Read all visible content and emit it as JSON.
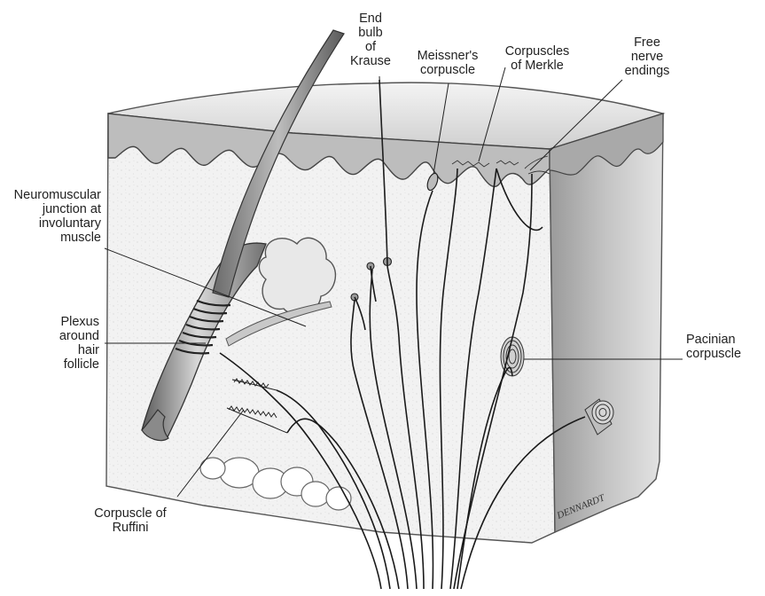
{
  "labels": {
    "end_bulb": "End\nbulb\nof\nKrause",
    "meissner": "Meissner's\ncorpuscle",
    "merkle": "Corpuscles\nof Merkle",
    "free_nerve": "Free\nnerve\nendings",
    "neuromuscular": "Neuromuscular\njunction at\ninvoluntary\nmuscle",
    "plexus": "Plexus\naround\nhair\nfollicle",
    "pacinian": "Pacinian\ncorpuscle",
    "ruffini": "Corpuscle of\nRuffini"
  },
  "signature": "DENNARDT"
}
